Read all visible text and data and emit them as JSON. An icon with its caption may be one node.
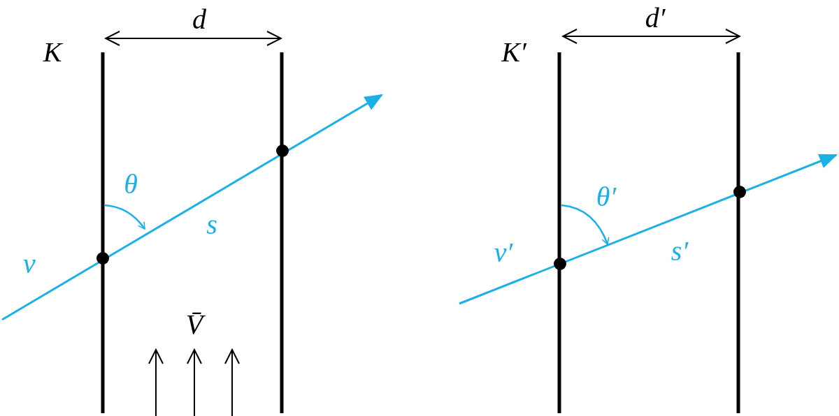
{
  "diagram": {
    "labels": [
      "d",
      "d′",
      "K",
      "K′",
      "θ",
      "θ′",
      "s",
      "ν′",
      "s′",
      "ν",
      "V̄"
    ]
  }
}
